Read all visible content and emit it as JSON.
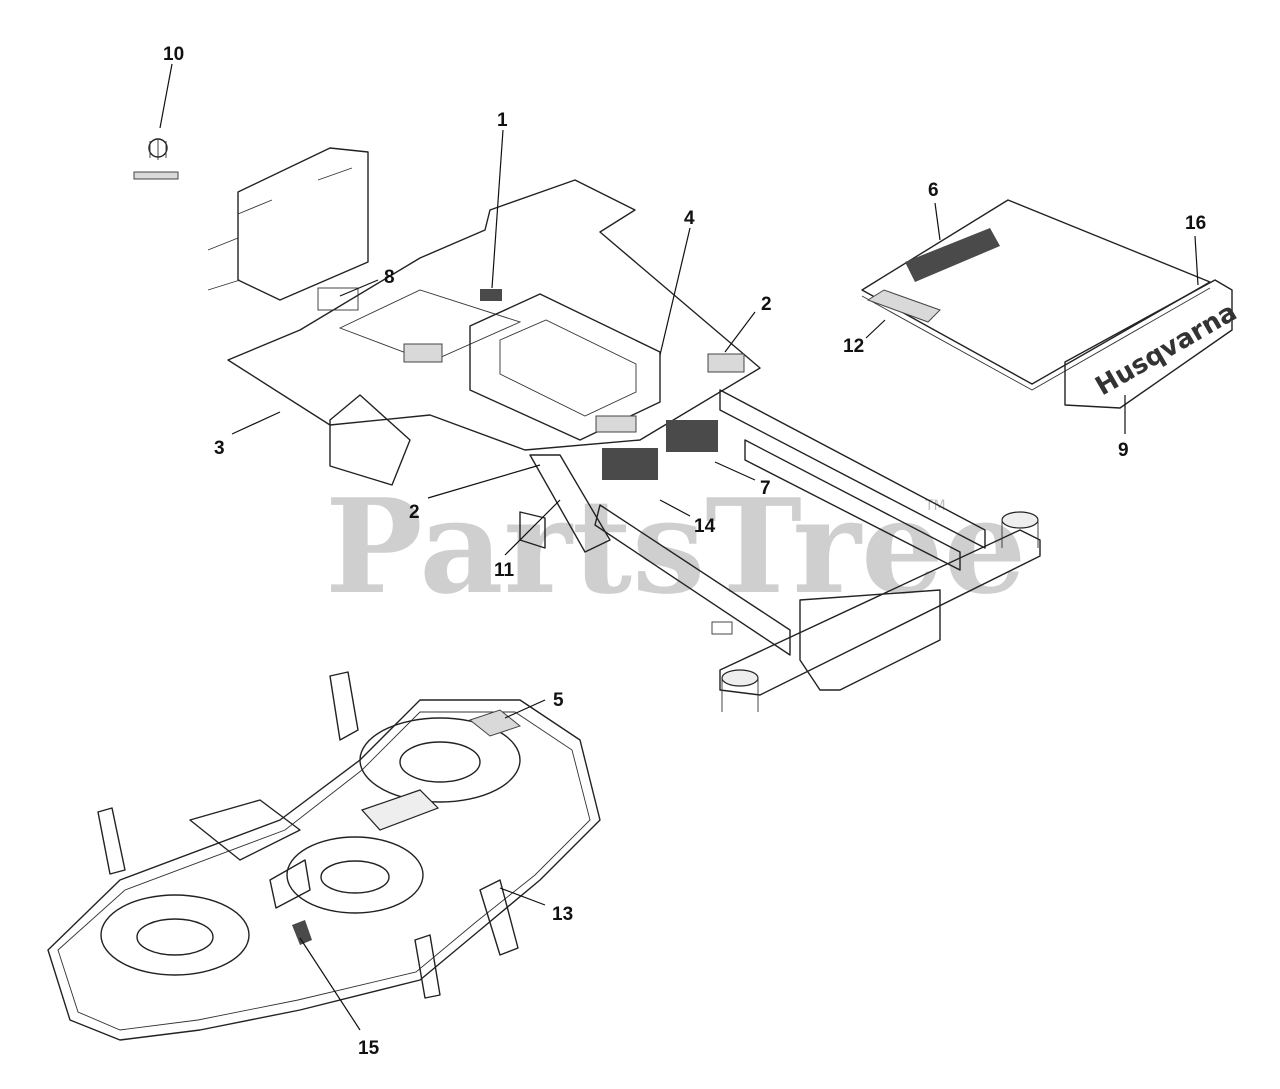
{
  "callouts": {
    "c1": "1",
    "c2a": "2",
    "c2b": "2",
    "c3": "3",
    "c4": "4",
    "c5": "5",
    "c6": "6",
    "c7": "7",
    "c8": "8",
    "c9": "9",
    "c10": "10",
    "c11": "11",
    "c12": "12",
    "c13": "13",
    "c14": "14",
    "c15": "15",
    "c16": "16"
  },
  "watermark": {
    "text": "PartsTree",
    "trademark": "TM"
  },
  "brand_text": "Husqvarna"
}
